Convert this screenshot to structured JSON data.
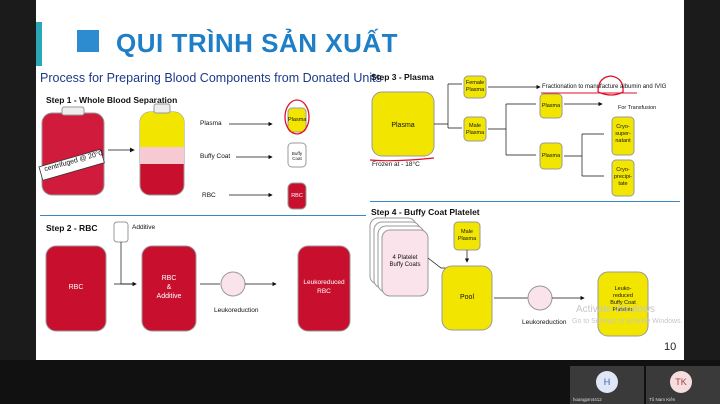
{
  "slide": {
    "title": "QUI TRÌNH SẢN XUẤT",
    "subtitle": "Process for Preparing Blood Components from Donated Units",
    "page_number": "10"
  },
  "step1": {
    "title": "Step 1 - Whole Blood Separation",
    "centrifuged": "centrifuged @ 20°C",
    "plasma": "Plasma",
    "buffy_coat": "Buffy Coat",
    "rbc": "RBC",
    "bag_plasma": "Plasma",
    "bag_buffy": "Buffy Coat",
    "bag_rbc": "RBC"
  },
  "step2": {
    "title": "Step 2 - RBC",
    "additive": "Additive",
    "rbc": "RBC",
    "rbc_additive_1": "RBC",
    "rbc_additive_2": "&",
    "rbc_additive_3": "Additive",
    "leukoreduction": "Leukoreduction",
    "leukoreduced_1": "Leukoreduced",
    "leukoreduced_2": "RBC"
  },
  "step3": {
    "title": "Step 3 - Plasma",
    "plasma": "Plasma",
    "frozen": "Frozen at - 18°C",
    "female_plasma_1": "Female",
    "female_plasma_2": "Plasma",
    "male_plasma_1": "Male",
    "male_plasma_2": "Plasma",
    "fractionation": "Fractionation to manufacture albumin and IVIG",
    "plasma_a": "Plasma",
    "plasma_b": "Plasma",
    "for_transfusion": "For Transfusion",
    "cryo_super_1": "Cryo-",
    "cryo_super_2": "super-",
    "cryo_super_3": "natant",
    "cryo_precip_1": "Cryo-",
    "cryo_precip_2": "precipi-",
    "cryo_precip_3": "tate"
  },
  "step4": {
    "title": "Step 4 - Buffy Coat Platelet",
    "platelet_1": "4 Platelet",
    "platelet_2": "Buffy Coats",
    "male_plasma_1": "Male",
    "male_plasma_2": "Plasma",
    "pool": "Pool",
    "leukoreduction": "Leukoreduction",
    "leuko_1": "Leuko-",
    "leuko_2": "reduced",
    "leuko_3": "Buffy Coat",
    "leuko_4": "Platelets"
  },
  "watermark": {
    "line1": "Activate Windows",
    "line2": "Go to Settings to activate Windows."
  },
  "participants": [
    {
      "initial": "H",
      "name": "hoangpm4412"
    },
    {
      "initial": "TK",
      "name": "Tô Nam Kiên"
    }
  ],
  "colors": {
    "accent": "#1f7fc6",
    "blood_red": "#c8102e",
    "plasma_yellow": "#f4e600",
    "annotation_red": "#e0102a"
  }
}
